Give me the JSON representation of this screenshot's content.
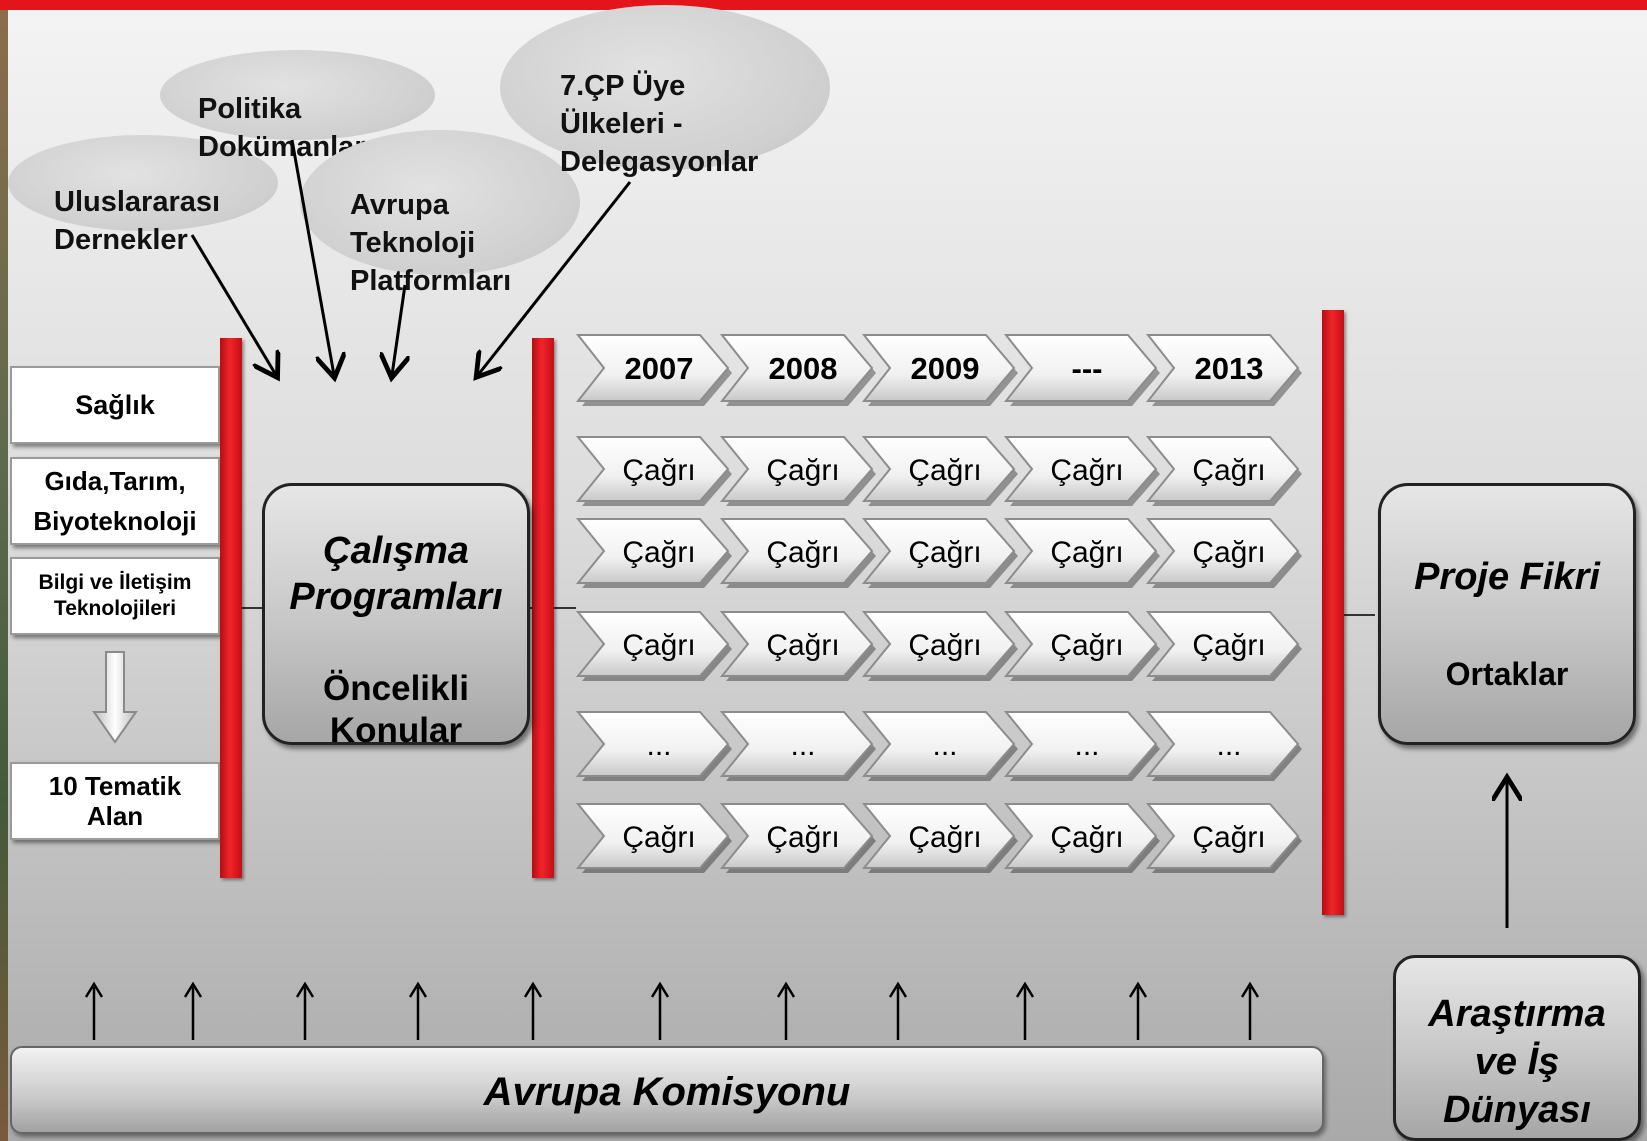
{
  "bubbles": {
    "uluslararasi": "Uluslararası\nDernekler",
    "politika": "Politika\nDokümanları",
    "avrupa_tp": "Avrupa\nTeknoloji\nPlatformları",
    "uye_ulkeler": "7.ÇP Üye\nÜlkeleri -\nDelegasyonlar"
  },
  "left_boxes": {
    "saglik": "Sağlık",
    "gida": "Gıda,Tarım,\nBiyoteknoloji",
    "bilgi": "Bilgi ve İletişim\nTeknolojileri",
    "tematik": "10 Tematik\nAlan"
  },
  "calisma": {
    "title": "Çalışma\nProgramları",
    "subtitle": "Öncelikli\nKonular"
  },
  "years": [
    "2007",
    "2008",
    "2009",
    "---",
    "2013"
  ],
  "call_rows": [
    [
      "Çağrı",
      "Çağrı",
      "Çağrı",
      "Çağrı",
      "Çağrı"
    ],
    [
      "Çağrı",
      "Çağrı",
      "Çağrı",
      "Çağrı",
      "Çağrı"
    ],
    [
      "Çağrı",
      "Çağrı",
      "Çağrı",
      "Çağrı",
      "Çağrı"
    ],
    [
      "...",
      "...",
      "...",
      "...",
      "..."
    ],
    [
      "Çağrı",
      "Çağrı",
      "Çağrı",
      "Çağrı",
      "Çağrı"
    ]
  ],
  "proje": {
    "title": "Proje Fikri",
    "subtitle": "Ortaklar"
  },
  "arastirma": "Araştırma\nve İş\nDünyası",
  "komisyon": "Avrupa Komisyonu",
  "colors": {
    "accent_red": "#e3151b",
    "chevron_fill": "#f4f4f4",
    "box_gray": "#c6c6c6"
  }
}
